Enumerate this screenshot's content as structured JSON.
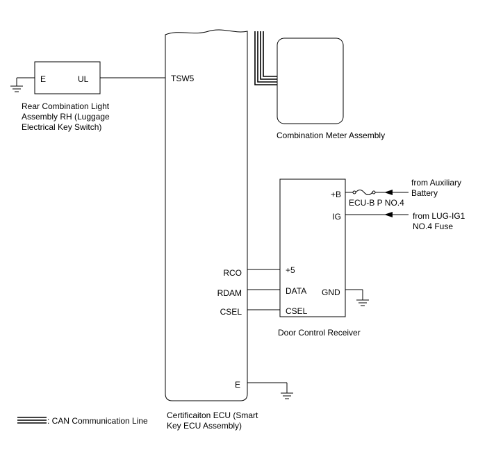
{
  "luggage_switch": {
    "pin_e": "E",
    "pin_ul": "UL",
    "caption": [
      "Rear Combination Light",
      "Assembly RH (Luggage",
      "Electrical Key Switch)"
    ]
  },
  "ecu": {
    "pin_tsw5": "TSW5",
    "pin_rco": "RCO",
    "pin_rdam": "RDAM",
    "pin_csel": "CSEL",
    "pin_e": "E",
    "caption": [
      "Certificaiton ECU (Smart",
      "Key ECU Assembly)"
    ]
  },
  "meter": {
    "caption": "Combination Meter Assembly"
  },
  "receiver": {
    "pin_b": "+B",
    "pin_ig": "IG",
    "pin_5": "+5",
    "pin_data": "DATA",
    "pin_csel": "CSEL",
    "pin_gnd": "GND",
    "caption": "Door Control Receiver"
  },
  "fuse_label": "ECU-B P NO.4",
  "source_battery": [
    "from Auxiliary",
    "Battery"
  ],
  "source_ig": [
    "from LUG-IG1",
    "NO.4 Fuse"
  ],
  "legend_label": ": CAN Communication Line"
}
